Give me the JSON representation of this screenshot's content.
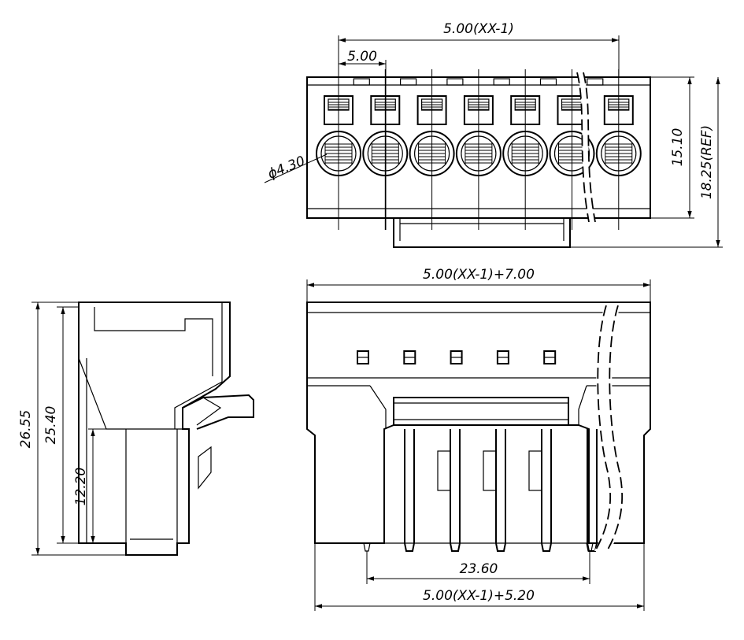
{
  "dimensions": {
    "top_overall_pitch": "5.00(XX-1)",
    "pitch": "5.00",
    "hole_diameter": "ϕ4.30",
    "height_15_10": "15.10",
    "height_ref": "18.25(REF)",
    "front_width_top": "5.00(XX-1)+7.00",
    "pin_span": "23.60",
    "front_width_bottom": "5.00(XX-1)+5.20",
    "side_total": "26.55",
    "side_25_40": "25.40",
    "side_12_20": "12.20"
  },
  "views": {
    "top_positions_count": 7,
    "front_window_count": 5,
    "front_pin_count": 5
  }
}
